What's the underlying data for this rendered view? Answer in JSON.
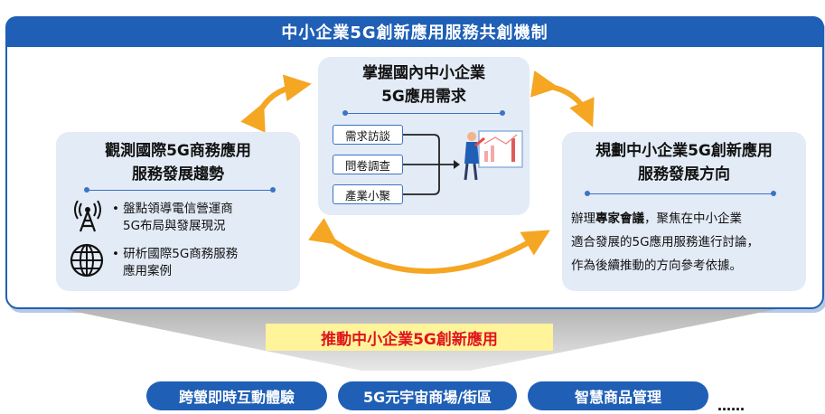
{
  "title": "中小企業5G創新應用服務共創機制",
  "center": {
    "title_line1": "掌握國內中小企業",
    "title_line2": "5G應用需求",
    "methods": [
      "需求訪談",
      "問卷調查",
      "產業小聚"
    ]
  },
  "left": {
    "title_line1": "觀測國際5G商務應用",
    "title_line2": "服務發展趨勢",
    "items": [
      {
        "icon": "antenna-icon",
        "line1": "• 盤點領導電信營運商",
        "line2": "5G布局與發展現況"
      },
      {
        "icon": "globe-icon",
        "line1": "• 研析國際5G商務服務",
        "line2": "應用案例"
      }
    ]
  },
  "right": {
    "title_line1": "規劃中小企業5G創新應用",
    "title_line2": "服務發展方向",
    "text_pre": "辦理",
    "text_bold": "專家會議",
    "text_post": "，聚焦在中小企業",
    "line2": "適合發展的5G應用服務進行討論，",
    "line3": "作為後續推動的方向參考依據。"
  },
  "push_label": "推動中小企業5G創新應用",
  "applications": [
    "跨螢即時互動體驗",
    "5G元宇宙商場/街區",
    "智慧商品管理"
  ],
  "ellipsis": "……",
  "colors": {
    "primary": "#1f5fb5",
    "panel": "#e3ebf6",
    "arrow": "#f5a623",
    "highlight": "#fff49a",
    "highlight_text": "#e0141e"
  }
}
